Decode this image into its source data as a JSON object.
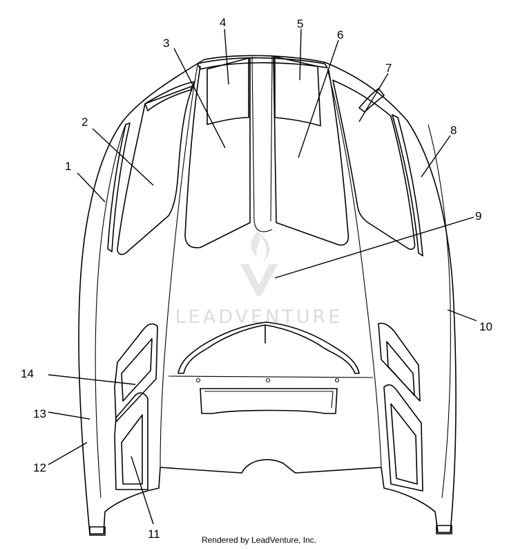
{
  "watermark": {
    "text": "LEADVENTURE"
  },
  "footer": {
    "text": "Rendered by LeadVenture, Inc."
  },
  "callouts": [
    {
      "id": 1,
      "label": "1"
    },
    {
      "id": 2,
      "label": "2"
    },
    {
      "id": 3,
      "label": "3"
    },
    {
      "id": 4,
      "label": "4"
    },
    {
      "id": 5,
      "label": "5"
    },
    {
      "id": 6,
      "label": "6"
    },
    {
      "id": 7,
      "label": "7"
    },
    {
      "id": 8,
      "label": "8"
    },
    {
      "id": 9,
      "label": "9"
    },
    {
      "id": 10,
      "label": "10"
    },
    {
      "id": 11,
      "label": "11"
    },
    {
      "id": 12,
      "label": "12"
    },
    {
      "id": 13,
      "label": "13"
    },
    {
      "id": 14,
      "label": "14"
    }
  ]
}
